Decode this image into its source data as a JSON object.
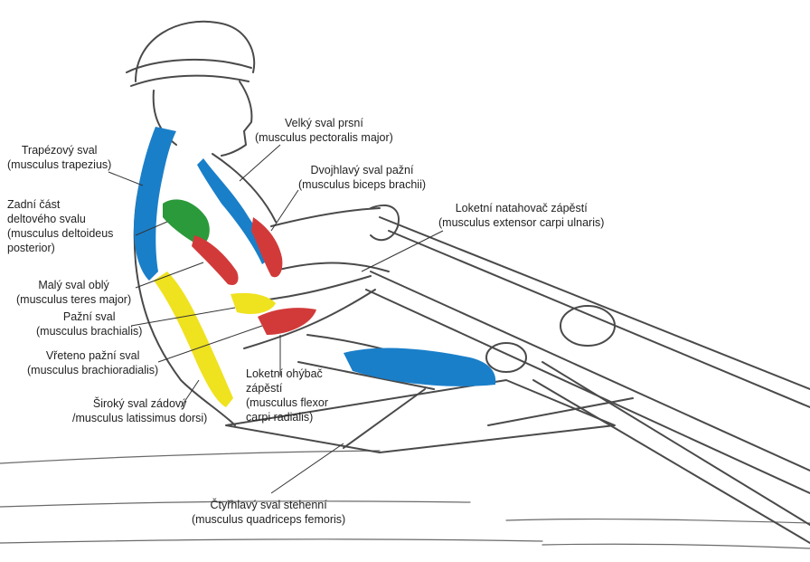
{
  "colors": {
    "blue": "#1a7fc9",
    "red": "#d23a3a",
    "green": "#2a9a3a",
    "yellow": "#efe21f",
    "line": "#4a4a4a"
  },
  "labels": {
    "pectoralis": "Velký sval prsní\n(musculus pectoralis major)",
    "trapezius": "Trapézový sval\n(musculus trapezius)",
    "biceps": "Dvojhlavý sval pažní\n(musculus biceps brachii)",
    "extensor": "Loketní natahovač zápěstí\n(musculus extensor carpi ulnaris)",
    "deltoid": "Zadní část\ndeltového svalu\n(musculus deltoideus\nposterior)",
    "teres": "Malý sval oblý\n(musculus teres major)",
    "brachialis": "Pažní sval\n(musculus brachialis)",
    "brachioradialis": "Vřeteno pažní sval\n(musculus brachioradialis)",
    "latissimus": "Široký sval zádový\n/musculus latissimus dorsi)",
    "flexor": "Loketní ohýbač\nzápěstí\n(musculus flexor\ncarpi radialis)",
    "quadriceps": "Čtyřhlavý sval stehenní\n(musculus quadriceps femoris)"
  }
}
